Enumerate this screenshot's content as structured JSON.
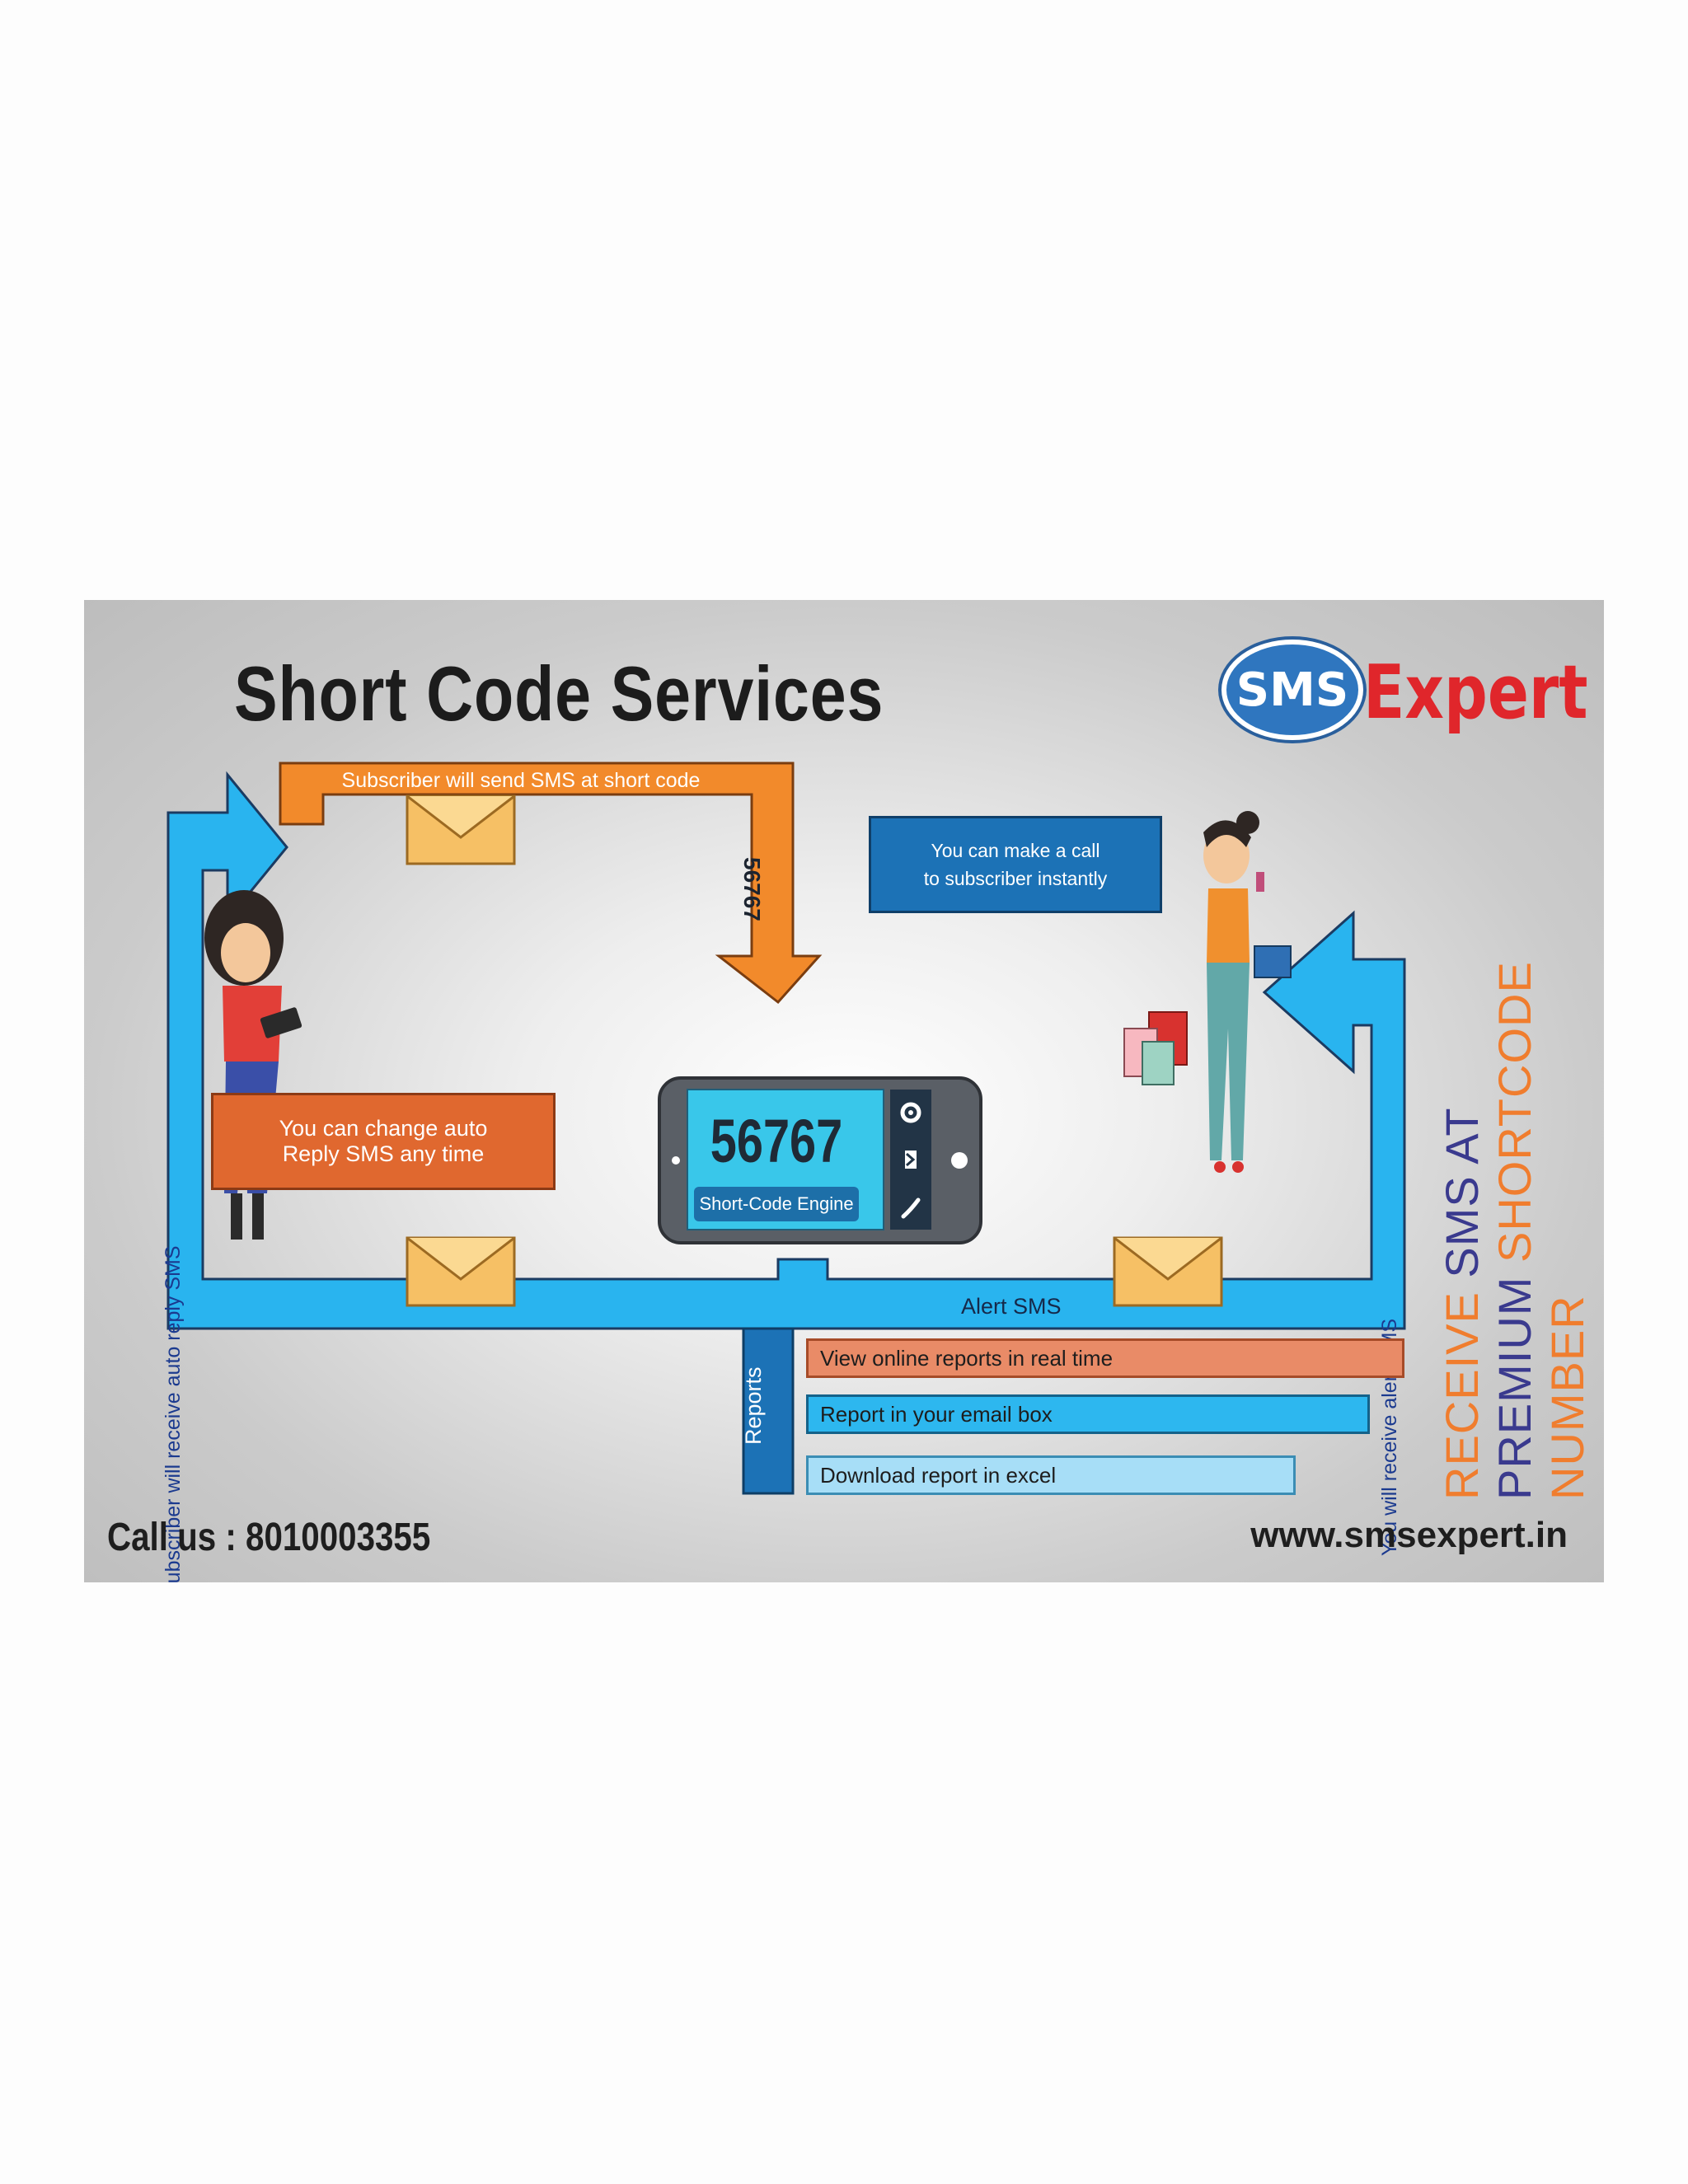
{
  "header": {
    "title": "Short Code Services",
    "logo": {
      "sms_text": "SMS",
      "expert_text": "Expert",
      "brand_blue": "#2f76bf",
      "brand_red": "#e0262b"
    }
  },
  "flow": {
    "top_arrow_label": "Subscriber will send SMS at short code",
    "down_arrow_label": "56767",
    "left_loop_label": "Subscriber will receive auto reply SMS",
    "right_loop_label": "You will receive alert SMS",
    "bottom_label": "Alert SMS",
    "call_box_line1": "You can make a call",
    "call_box_line2": "to subscriber instantly",
    "change_box_line1": "You can change auto",
    "change_box_line2": "Reply SMS any time",
    "orange_color": "#f0842c",
    "blue_color": "#2bb5f0"
  },
  "phone": {
    "short_code": "56767",
    "engine_label": "Short-Code Engine",
    "icons": [
      "gear-icon",
      "message-icon",
      "phone-icon"
    ]
  },
  "tagline": {
    "line1_a": "RECEIVE",
    "line1_b": "SMS AT",
    "line2_a": "PREMIUM",
    "line2_b": "SHORTCODE",
    "line3": "NUMBER"
  },
  "reports": {
    "label": "Reports",
    "items": [
      "View online reports in real time",
      "Report in your email box",
      "Download report in excel"
    ]
  },
  "footer": {
    "call_us": "Call us : 8010003355",
    "website": "www.smsexpert.in"
  }
}
